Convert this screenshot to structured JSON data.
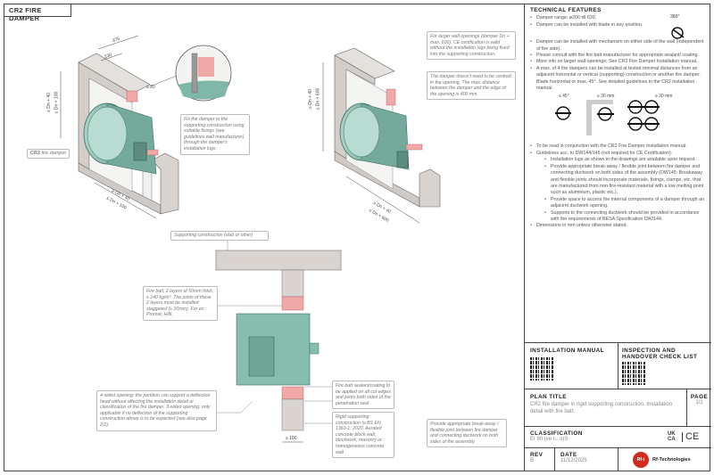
{
  "header": {
    "title": "CR2 FIRE DAMPER"
  },
  "drawing": {
    "view1": {
      "dims": {
        "d375": "375",
        "d230": "230",
        "gap": "≥ 20",
        "h_min": "≥ Dn + 40",
        "h_max": "≤ Dn + 100",
        "w_min": "≥ Dn + 40",
        "w_max": "≤ Dn + 100"
      },
      "label_bold": "CR2",
      "label_rest": "fire damper",
      "fix_note": "Fix the damper to the supporting construction using suitable fixings (see guidelines wall manufacturer) through the damper's installation lugs."
    },
    "view2": {
      "dims": {
        "h_min": "≥ Dn + 40",
        "h_max": "≤ Dn + 600",
        "w_min": "≥ Dn + 40",
        "w_max": "≤ Dn + 600"
      },
      "note_large": "For larger wall openings (damper Dn + max. 600). CE certification is valid without the installation lugs being fixed into the supporting construction.",
      "note_center": "The damper doesn't need to be centred in the opening. The max. distance between the damper and the edge of the opening is 400 mm."
    },
    "section": {
      "supporting_label": "Supporting construction (slab or other)",
      "fire_batt_note": "Fire batt, 2 layers of 50mm thick, ≥ 140 kg/m³. The joints of these 2 layers must be installed staggered (≥ 20mm). For ex: Promat, Hilti.",
      "opening_note": "4-sided opening: the partition can support a deflection head without affecting the installation detail or classification of the fire damper. 3-sided opening: only applicable if no deflection of the supporting construction above is to be expected (see also page 2/2).",
      "sealant_note": "Fire batt sealant/coating to be applied on all cut edges and joints both sides of the penetration seal.",
      "rigid_note": "Rigid supporting construction to BS EN 1363-1: 2020. Aerated concrete block wall, blockwork, masonry or homogeneous concrete wall",
      "breakaway_note": "Provide appropriate break-away / flexible joint between fire damper and connecting ductwork on both sides of the assembly",
      "dim_wall": "≥ 100"
    }
  },
  "panel": {
    "tech_title": "TECHNICAL FEATURES",
    "rotation_label": "360°",
    "features_a": [
      "Damper range: ø200 till 630.",
      "Damper can be installed with blade in any position."
    ],
    "features_b": [
      "Damper can be installed with mechanism on either side of the wall (independent of fire side).",
      "Please consult with the fire batt manufacturer for appropriate sealant/ coating.",
      "More info on larger wall openings: See CR2 Fire Damper Installation manual.",
      "A max. of 4 fire dampers can be installed at tested minimal distances from an adjacent horizontal or vertical (supporting) construction or another fire damper. Blade horizontal or max. 45°. See detailed guidelines in the CR2 installation manual."
    ],
    "diagram_labels": {
      "angle": "≤ 45°",
      "dist1": "≥ 30 mm",
      "dist2": "≥ 30 mm"
    },
    "features_c": [
      "To be read in conjunction with the CR2 Fire Damper Installation manual.",
      "Guidelines acc. to DW144/145 (not required for CE Certification):"
    ],
    "sub_features": [
      "Installation lugs as shown in the drawings are available upon request.",
      "Provide appropriate break-away / flexible joint between fire damper and connecting ductwork on both sides of the assembly (DW145: Breakaway and flexible joints should incorporate materials, fixings, clamps, etc. that are manufactured from non-fire-resistant material with a low melting point such as aluminium, plastic etc.).",
      "Provide space to access the internal components of a damper through an adjacent ductwork opening.",
      "Supports to the connecting ductwork should be provided in accordance with the requirements of BESA Specification DW/144."
    ],
    "features_d": [
      "Dimensions in mm unless otherwise stated."
    ],
    "installation_manual": "INSTALLATION MANUAL",
    "inspection": "INSPECTION AND HANDOVER CHECK LIST",
    "plan_title_label": "PLAN TITLE",
    "plan_title": "CR2 fire damper in rigid supporting construction. Installation detail with fire batt.",
    "page_label": "PAGE",
    "page": "1/2",
    "classification_label": "CLASSIFICATION",
    "classification": "EI 90 (ve i↔o)S",
    "marks": {
      "ukca_top": "UK",
      "ukca_bottom": "CA",
      "ce": "CE"
    },
    "rev_label": "REV",
    "rev": "B",
    "date_label": "DATE",
    "date": "11/12/2025",
    "logo_text": "Rf-t",
    "company": "Rf-Technologies"
  },
  "colors": {
    "damper": "#7fb8a8",
    "batt": "#f0a8a8",
    "concrete": "#d9d4cf",
    "frame": "#444444"
  }
}
